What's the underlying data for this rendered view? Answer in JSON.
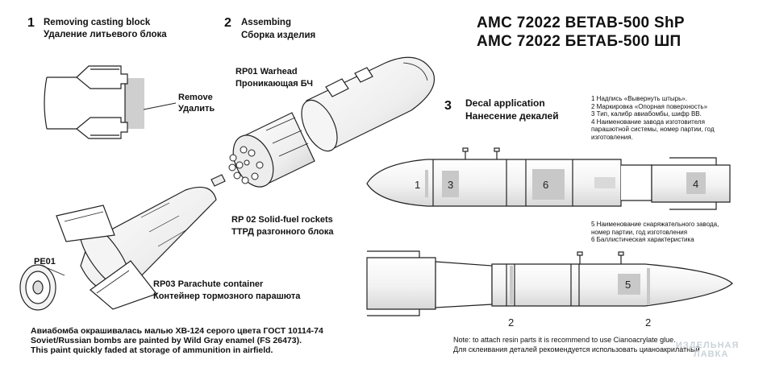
{
  "title": {
    "line1": "AMC 72022 BETAB-500 ShP",
    "line2": "АМС 72022 БЕТАБ-500 ШП"
  },
  "steps": [
    {
      "num": "1",
      "en": "Removing casting block",
      "ru": "Удаление литьевого блока"
    },
    {
      "num": "2",
      "en": "Assembing",
      "ru": "Сборка изделия"
    },
    {
      "num": "3",
      "en": "Decal application",
      "ru": "Нанесение декалей"
    }
  ],
  "remove": {
    "en": "Remove",
    "ru": "Удалить"
  },
  "parts": {
    "rp01": {
      "en": "RP01 Warhead",
      "ru": "Проникающая БЧ"
    },
    "rp02": {
      "en": "RP 02 Solid-fuel rockets",
      "ru": "ТТРД разгонного блока"
    },
    "rp03": {
      "en": "RP03 Parachute container",
      "ru": "Контейнер тормозного парашюта"
    },
    "pe01": "PE01"
  },
  "decal_notes_top": [
    "1 Надпись «Вывернуть штырь».",
    "2 Маркировка «Опорная поверхность»",
    "3 Тип, калибр авиабомбы, шифр ВВ.",
    "4 Наименование завода изготовителя",
    "парашютной системы, номер партии, год",
    "изготовления."
  ],
  "decal_notes_mid": [
    "5 Наименование снаряжательного завода,",
    "номер партии, год изготовления",
    "6 Баллистическая характеристика"
  ],
  "callouts": {
    "c1": "1",
    "c3": "3",
    "c6": "6",
    "c4": "4",
    "c5": "5",
    "c2a": "2",
    "c2b": "2"
  },
  "paint_note": [
    "Авиабомба окрашивалась малью ХВ-124 серого цвета ГОСТ 10114-74",
    "Soviet/Russian bombs are painted by Wild Gray enamel (FS 26473).",
    "This paint quickly faded at storage of ammunition in airfield."
  ],
  "glue_note": [
    "Note: to attach resin parts it is recommend to use Cianoacrylate glue.",
    "Для склеивания деталей рекомендуется использовать цианоакрилатный"
  ],
  "watermark": [
    "ИЗДЕЛЬНАЯ",
    "ЛАВКА"
  ],
  "colors": {
    "ink": "#222222",
    "decal_fill": "#c8c8c8",
    "body_fill": "#ffffff",
    "watermark": "#c9d3d9"
  }
}
